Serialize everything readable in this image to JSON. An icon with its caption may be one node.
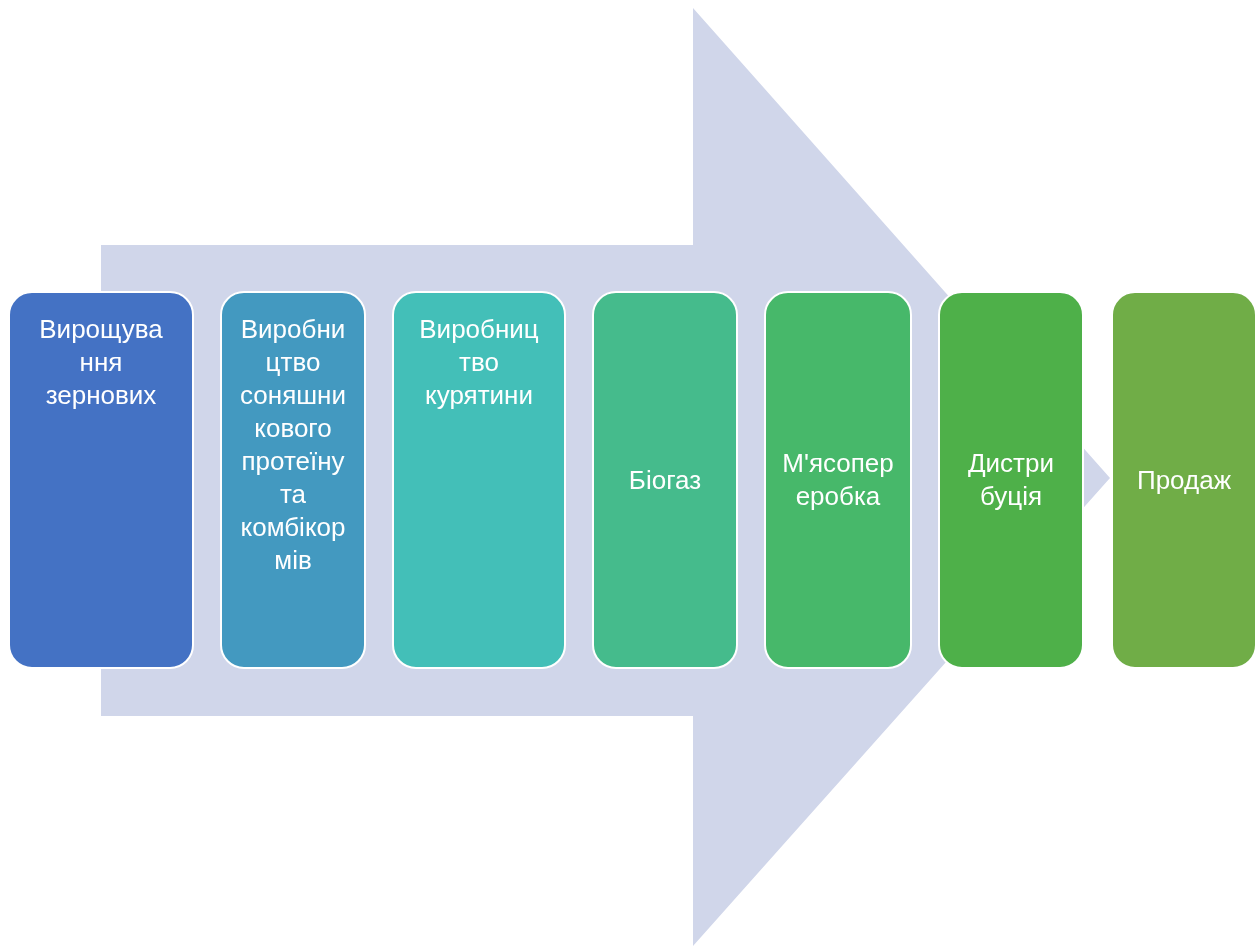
{
  "diagram": {
    "nodes": [
      {
        "text": [
          "Вирощування зернових"
        ]
      },
      {
        "text": [
          "Виробництво соняшникового протеїну та комбікормів"
        ]
      },
      {
        "text": [
          "Виробництво курятини"
        ]
      },
      {
        "text": [
          "Біогаз"
        ]
      },
      {
        "text": [
          "М'ясопереробка"
        ]
      },
      {
        "text": [
          "Дистрибуція"
        ]
      },
      {
        "text": [
          "Продаж"
        ]
      }
    ],
    "edges": [
      {
        "from": 0,
        "to": 6,
        "arrow": "to"
      }
    ]
  }
}
